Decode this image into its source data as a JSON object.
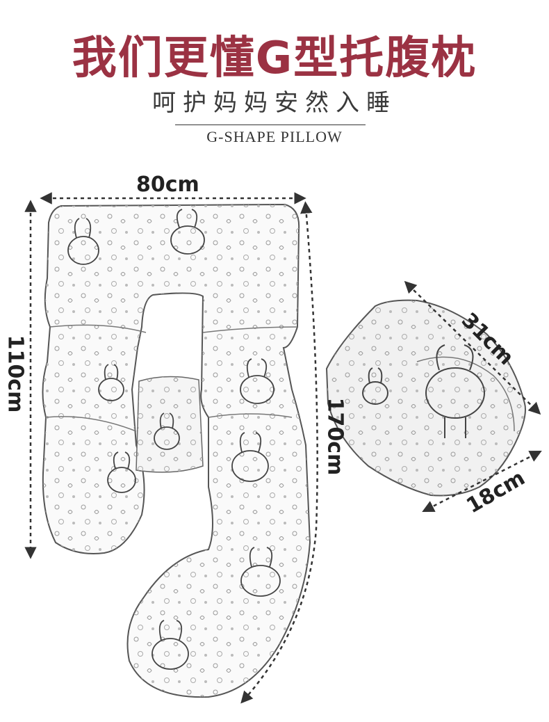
{
  "header": {
    "title": "我们更懂G型托腹枕",
    "subtitle": "呵护妈妈安然入睡",
    "english": "G-SHAPE PILLOW"
  },
  "dimensions": {
    "width": "80cm",
    "height": "110cm",
    "length": "170cm",
    "wedge_length": "31cm",
    "wedge_width": "18cm"
  },
  "colors": {
    "title": "#9b3243",
    "text": "#222222",
    "outline": "#555555"
  }
}
